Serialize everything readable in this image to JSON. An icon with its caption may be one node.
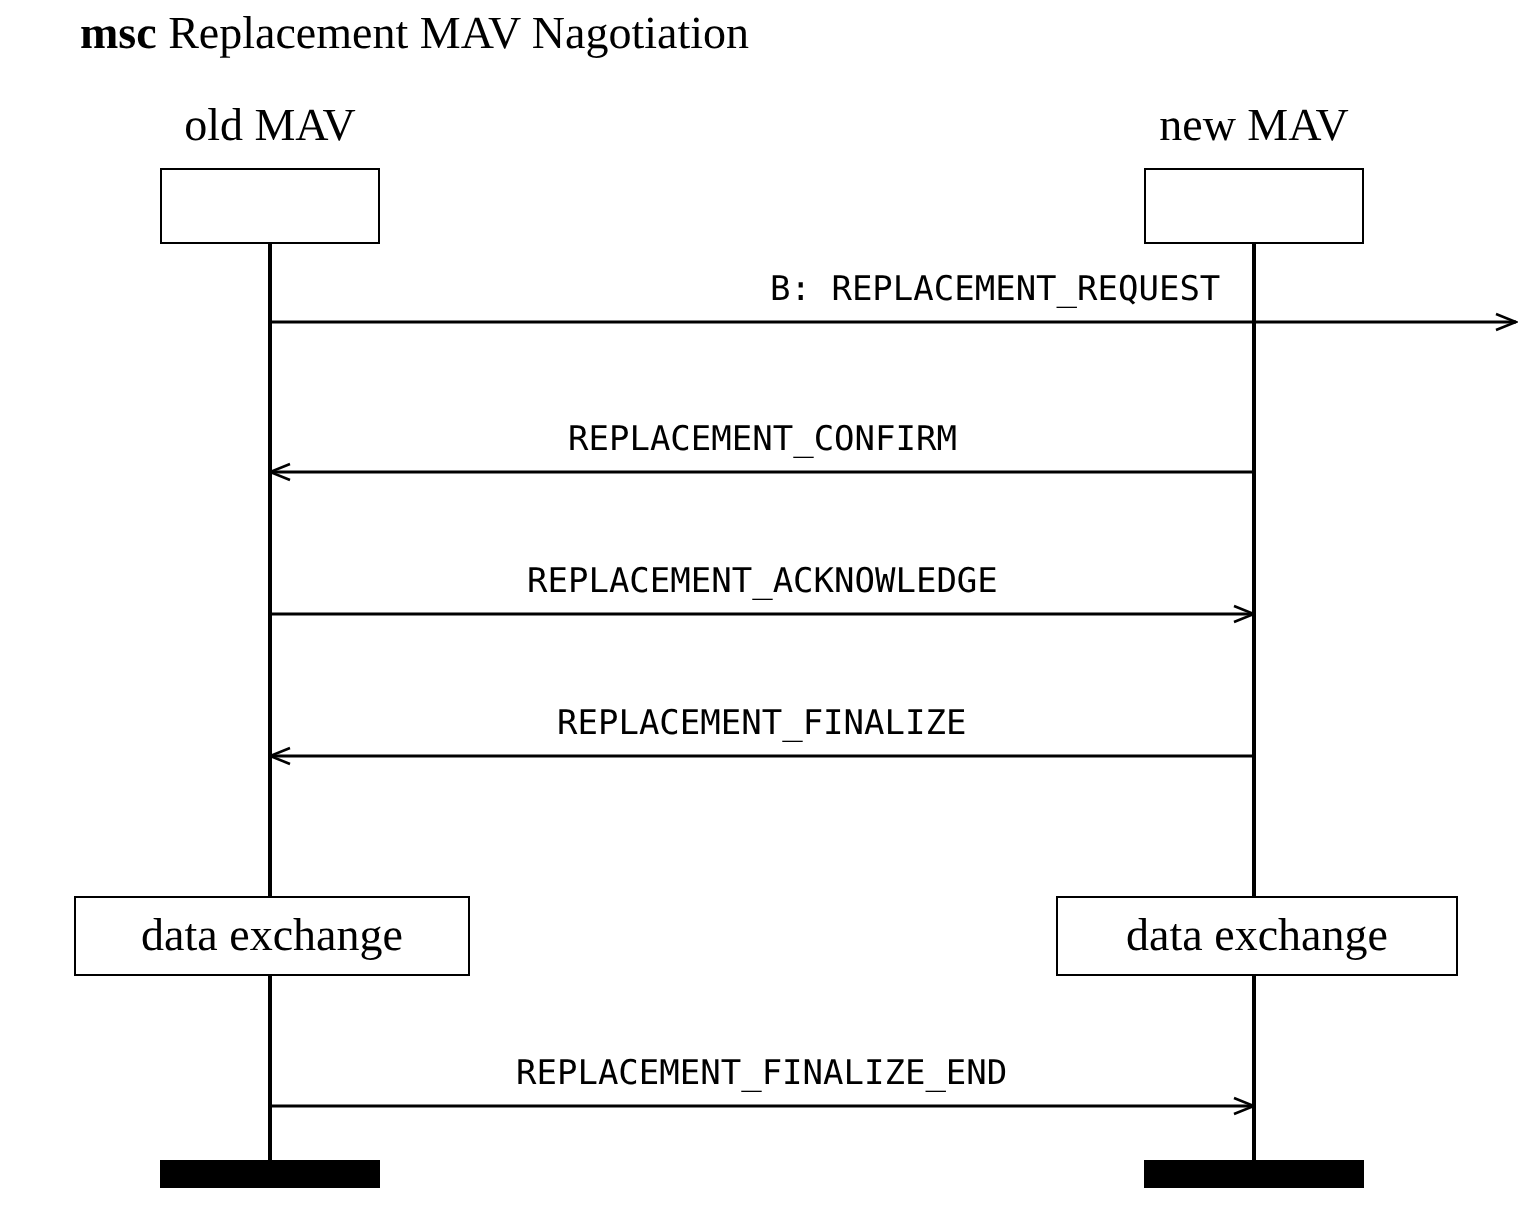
{
  "diagram": {
    "title": "**msc** Replacement MAV Nagotiation",
    "nodes": [
      {
        "text": [
          "old MAV"
        ]
      },
      {
        "text": [
          "new MAV"
        ]
      },
      {
        "text": [
          "data exchange"
        ]
      },
      {
        "text": [
          "data exchange"
        ]
      },
      {
        "text": [],
        "shape": "bar"
      },
      {
        "text": [],
        "shape": "bar"
      }
    ],
    "edges": [
      {
        "from": 0,
        "to": null,
        "arrow": "to",
        "label": "B: REPLACEMENT_REQUEST"
      },
      {
        "from": 1,
        "to": 0,
        "arrow": "to",
        "label": "REPLACEMENT_CONFIRM"
      },
      {
        "from": 0,
        "to": 1,
        "arrow": "to",
        "label": "REPLACEMENT_ACKNOWLEDGE"
      },
      {
        "from": 1,
        "to": 0,
        "arrow": "to",
        "label": "REPLACEMENT_FINALIZE"
      },
      {
        "from": 0,
        "to": 1,
        "arrow": "to",
        "label": "REPLACEMENT_FINALIZE_END"
      }
    ]
  }
}
